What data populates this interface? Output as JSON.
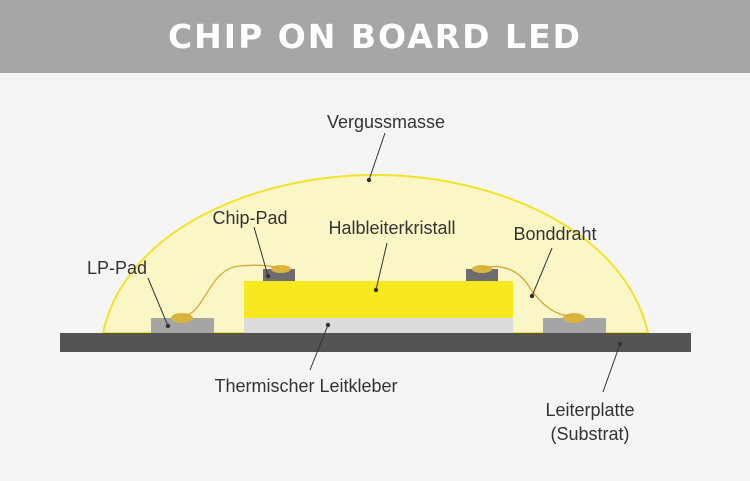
{
  "title": "CHIP ON BOARD LED",
  "labels": {
    "encapsulant": "Vergussmasse",
    "chip_pad": "Chip-Pad",
    "semiconductor": "Halbleiterkristall",
    "bond_wire": "Bonddraht",
    "lp_pad": "LP-Pad",
    "thermal_adhesive": "Thermischer Leitkleber",
    "circuit_board_line1": "Leiterplatte",
    "circuit_board_line2": "(Substrat)"
  },
  "colors": {
    "header": "#a7a5a6",
    "background": "#f5f5f5",
    "dome_fill": "#fbf6c6",
    "dome_outline": "#f3e22a",
    "chip": "#f7e81f",
    "board": "#555353",
    "pad": "#a5a5a5",
    "chip_pad": "#6e6c6d",
    "solder": "#d9b43f",
    "adhesive": "#dcdcdc"
  }
}
